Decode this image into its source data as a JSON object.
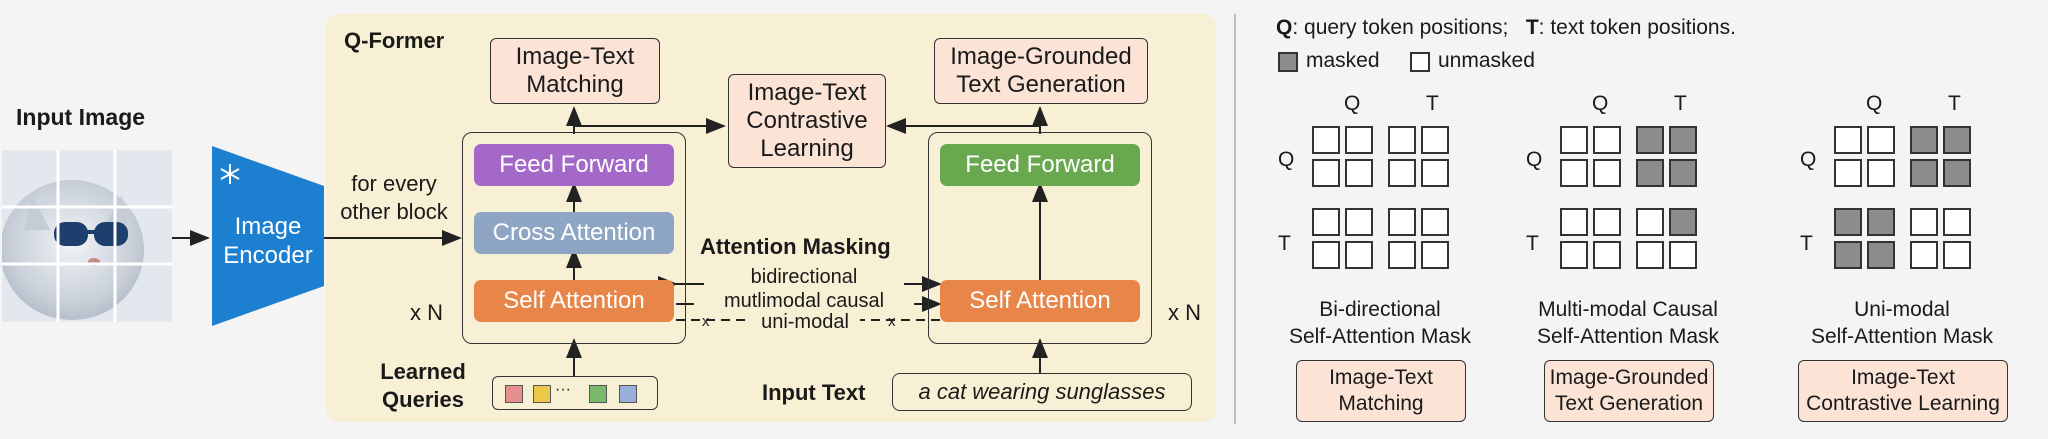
{
  "left": {
    "input_image_label": "Input Image",
    "image_encoder_label": [
      "Image",
      "Encoder"
    ],
    "for_every_label": [
      "for every",
      "other block"
    ],
    "qformer_title": "Q-Former",
    "itm_head": [
      "Image-Text",
      "Matching"
    ],
    "itc_head": [
      "Image-Text",
      "Contrastive",
      "Learning"
    ],
    "itg_head": [
      "Image-Grounded",
      "Text Generation"
    ],
    "feed_forward_left": "Feed Forward",
    "cross_attention": "Cross Attention",
    "self_attention_left": "Self Attention",
    "feed_forward_right": "Feed Forward",
    "self_attention_right": "Self Attention",
    "xn_left": "x N",
    "xn_right": "x N",
    "attention_masking": "Attention Masking",
    "mask_bidirectional": "bidirectional",
    "mask_multimodal": "mutlimodal causal",
    "mask_unimodal": "uni-modal",
    "learned_queries": [
      "Learned",
      "Queries"
    ],
    "query_dots": "···",
    "input_text_label": "Input Text",
    "input_text_value": "a cat wearing sunglasses",
    "colors": {
      "feed_forward_left": "#a468c8",
      "cross_attention": "#8ea6c4",
      "self_attention": "#e8864a",
      "feed_forward_right": "#6aa84f",
      "encoder": "#1c7fd0",
      "qformer_bg": "#f8f0d4",
      "head_bg": "#fbe3d6",
      "query_tokens": [
        "#e58f8f",
        "#ecc94b",
        "#7ab86a",
        "#9aaedc"
      ]
    }
  },
  "right": {
    "legend_q": "Q",
    "legend_q_text": ": query token positions;",
    "legend_t": "T",
    "legend_t_text": ": text token positions.",
    "masked": "masked",
    "unmasked": "unmasked",
    "masks": [
      {
        "title": [
          "Bi-directional",
          "Self-Attention Mask"
        ],
        "task": [
          "Image-Text",
          "Matching"
        ],
        "rows": [
          [
            0,
            0,
            0,
            0
          ],
          [
            0,
            0,
            0,
            0
          ],
          [
            0,
            0,
            0,
            0
          ],
          [
            0,
            0,
            0,
            0
          ]
        ]
      },
      {
        "title": [
          "Multi-modal Causal",
          "Self-Attention Mask"
        ],
        "task": [
          "Image-Grounded",
          "Text Generation"
        ],
        "rows": [
          [
            0,
            0,
            1,
            1
          ],
          [
            0,
            0,
            1,
            1
          ],
          [
            0,
            0,
            0,
            1
          ],
          [
            0,
            0,
            0,
            0
          ]
        ]
      },
      {
        "title": [
          "Uni-modal",
          "Self-Attention Mask"
        ],
        "task": [
          "Image-Text",
          "Contrastive Learning"
        ],
        "rows": [
          [
            0,
            0,
            1,
            1
          ],
          [
            0,
            0,
            1,
            1
          ],
          [
            1,
            1,
            0,
            0
          ],
          [
            1,
            1,
            0,
            0
          ]
        ]
      }
    ],
    "axis_q": "Q",
    "axis_t": "T"
  }
}
